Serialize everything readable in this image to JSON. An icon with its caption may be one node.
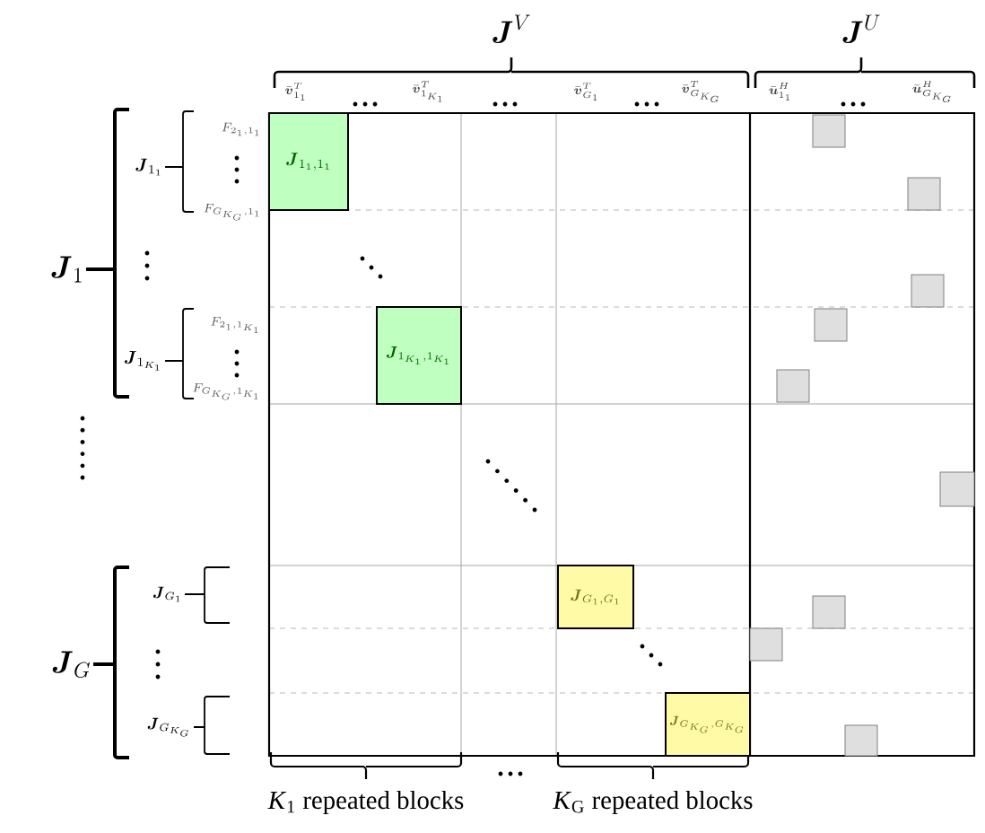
{
  "diagram": {
    "nodes": [
      {
        "text": [
          "\\boldsymbol{J}_{1_1,1_1}"
        ]
      },
      {
        "text": [
          "\\boldsymbol{J}_{1_{K_1},1_{K_1}}"
        ]
      },
      {
        "text": [
          "\\boldsymbol{J}_{G_1,G_1}"
        ]
      },
      {
        "text": [
          "\\boldsymbol{J}_{G_{K_G},G_{K_G}}"
        ]
      },
      {
        "text": [],
        "shape": "box"
      },
      {
        "text": [],
        "shape": "box"
      },
      {
        "text": [],
        "shape": "box"
      },
      {
        "text": [],
        "shape": "box"
      },
      {
        "text": [],
        "shape": "box"
      },
      {
        "text": [],
        "shape": "box"
      },
      {
        "text": [],
        "shape": "box"
      },
      {
        "text": [],
        "shape": "box"
      },
      {
        "text": [],
        "shape": "box"
      }
    ],
    "labels": [
      "\\boldsymbol{J}^V",
      "\\boldsymbol{J}^U",
      "\\bar{\\boldsymbol{v}}^T_{1_1}",
      "\\bar{\\boldsymbol{v}}^T_{1_{K_1}}",
      "\\bar{\\boldsymbol{v}}^T_{G_1}",
      "\\bar{\\boldsymbol{v}}^T_{G_{K_G}}",
      "\\bar{\\boldsymbol{u}}^H_{1_1}",
      "\\bar{\\boldsymbol{u}}^H_{G_{K_G}}",
      "\\boldsymbol{J}_1",
      "\\boldsymbol{J}_{1_1}",
      "F_{2_1,1_1}",
      "F_{G_{K_G},1_1}",
      "\\boldsymbol{J}_{1_{K_1}}",
      "F_{2_1,1_{K_1}}",
      "F_{G_{K_G},1_{K_1}}",
      "\\boldsymbol{J}_G",
      "\\boldsymbol{J}_{G_1}",
      "\\boldsymbol{J}_{G_{K_G}}",
      "*K*$_{1}$ repeated blocks",
      "*K*$_{G}$ repeated blocks"
    ]
  }
}
